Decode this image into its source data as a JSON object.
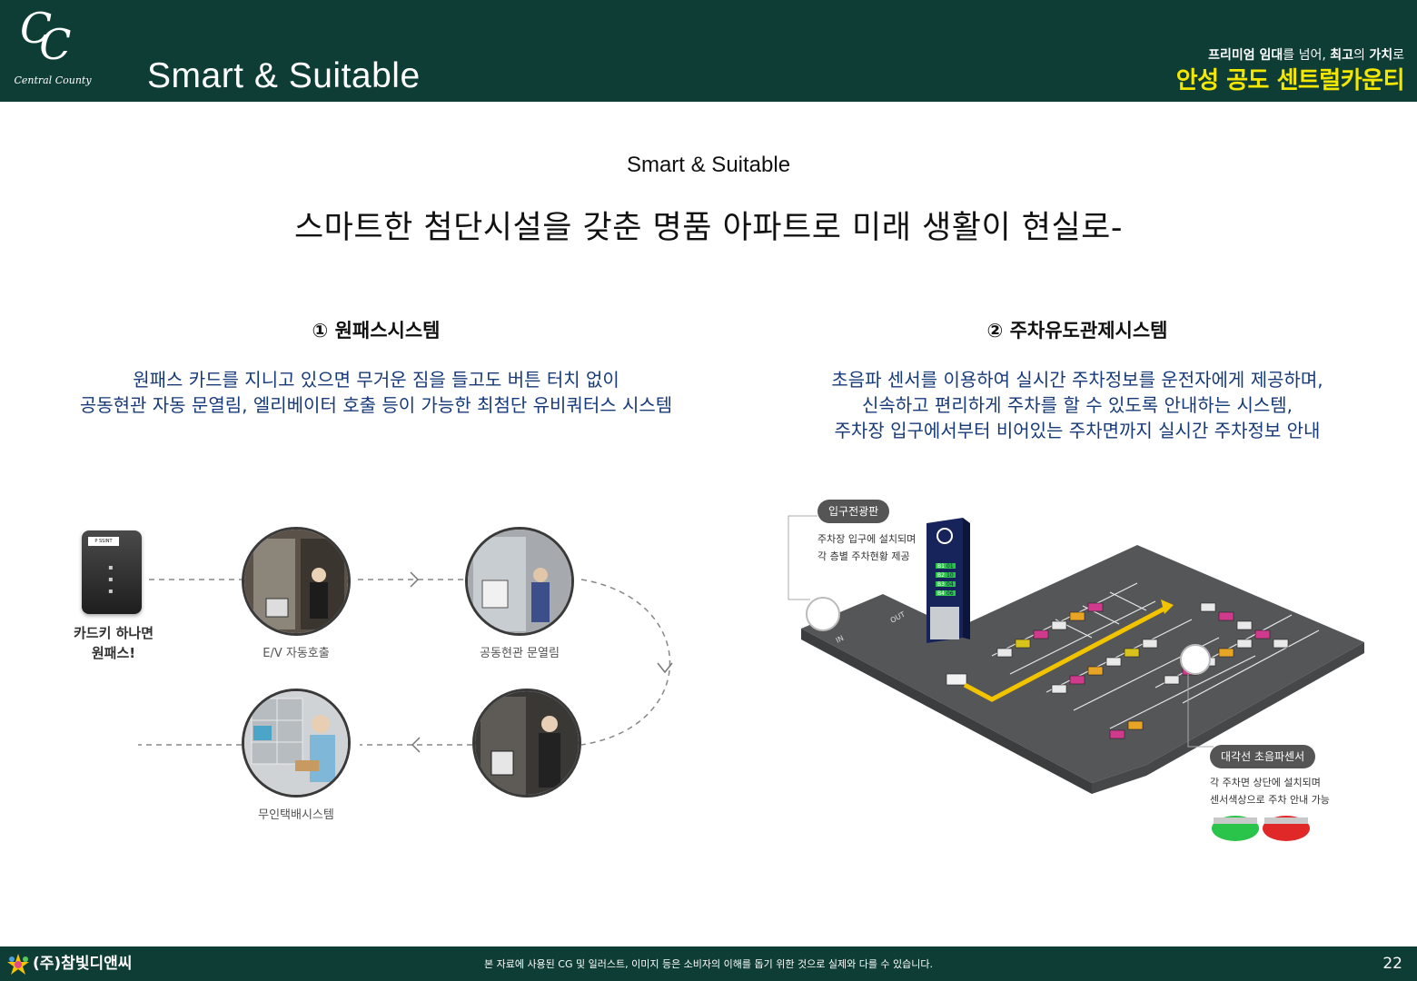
{
  "header": {
    "logo_monogram_1": "C",
    "logo_monogram_2": "C",
    "logo_text": "Central County",
    "title": "Smart & Suitable",
    "tagline_part1": "프리미엄 임대",
    "tagline_part2": "를 넘어, ",
    "tagline_part3": "최고",
    "tagline_part4": "의 ",
    "tagline_part5": "가치",
    "tagline_part6": "로",
    "project_name": "안성 공도 센트럴카운티"
  },
  "intro": {
    "subtitle": "Smart & Suitable",
    "headline": "스마트한 첨단시설을 갖춘 명품 아파트로 미래 생활이 현실로-"
  },
  "section_onepass": {
    "heading": "① 원패스시스템",
    "description_lines": [
      "원패스 카드를 지니고 있으면 무거운 짐을 들고도 버튼 터치 없이",
      "공동현관 자동 문열림, 엘리베이터 호출 등이 가능한 최첨단 유비쿼터스 시스템"
    ],
    "card_label": "P SSINT",
    "card_caption_lines": [
      "카드키 하나면",
      "원패스!"
    ],
    "captions": {
      "elevator": "E/V 자동호출",
      "entrance": "공동현관 문열림",
      "delivery": "무인택배시스템"
    }
  },
  "section_parking": {
    "heading": "② 주차유도관제시스템",
    "description_lines": [
      "초음파 센서를 이용하여 실시간 주차정보를 운전자에게 제공하며,",
      "신속하고 편리하게 주차를 할 수 있도록 안내하는 시스템,",
      "주차장 입구에서부터 비어있는 주차면까지 실시간 주차정보 안내"
    ],
    "entrance_board": {
      "label": "입구전광판",
      "notes": [
        "주차장 입구에 설치되며",
        "각 층별 주차현황 제공"
      ],
      "floors": [
        "B1",
        "B2",
        "B3",
        "B4"
      ],
      "counts": [
        "01",
        "10",
        "04",
        "06"
      ]
    },
    "sensor": {
      "label": "대각선 초음파센서",
      "notes": [
        "각 주차면 상단에 설치되며",
        "센서색상으로 주차 안내 가능"
      ]
    },
    "road_marks": [
      "IN",
      "OUT"
    ],
    "colors": {
      "sensor_green": "#2bc44a",
      "sensor_red": "#e02828",
      "guide_path": "#f2c400"
    }
  },
  "footer": {
    "company": "(주)참빛디앤씨",
    "note": "본 자료에 사용된 CG 및 일러스트, 이미지 등은 소비자의 이해를 돕기 위한 것으로 실제와 다를 수 있습니다.",
    "page_number": "22"
  },
  "theme": {
    "brand_green": "#0e3d36",
    "accent_yellow": "#f5e800",
    "description_blue": "#173a7a"
  }
}
